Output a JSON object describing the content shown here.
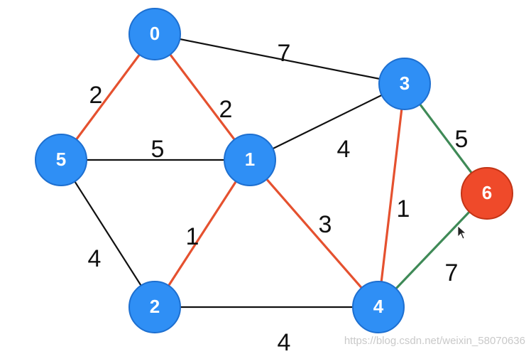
{
  "colors": {
    "node_fill": "#2f8ff5",
    "node_stroke": "#1d6fd0",
    "highlight_node_fill": "#ef4a2a",
    "highlight_node_stroke": "#c33416",
    "edge_black": "#111111",
    "edge_red": "#e5512f",
    "edge_green": "#3f8a57"
  },
  "nodes": [
    {
      "id": "0",
      "label": "0"
    },
    {
      "id": "1",
      "label": "1"
    },
    {
      "id": "2",
      "label": "2"
    },
    {
      "id": "3",
      "label": "3"
    },
    {
      "id": "4",
      "label": "4"
    },
    {
      "id": "5",
      "label": "5"
    },
    {
      "id": "6",
      "label": "6",
      "highlight": true
    }
  ],
  "edges": [
    {
      "from": "0",
      "to": "3",
      "weight": "7",
      "color": "black"
    },
    {
      "from": "0",
      "to": "5",
      "weight": "2",
      "color": "red"
    },
    {
      "from": "0",
      "to": "1",
      "weight": "2",
      "color": "red"
    },
    {
      "from": "5",
      "to": "1",
      "weight": "5",
      "color": "black"
    },
    {
      "from": "1",
      "to": "3",
      "weight": "4",
      "color": "black"
    },
    {
      "from": "3",
      "to": "6",
      "weight": "5",
      "color": "green"
    },
    {
      "from": "1",
      "to": "2",
      "weight": "1",
      "color": "red"
    },
    {
      "from": "1",
      "to": "4",
      "weight": "3",
      "color": "red"
    },
    {
      "from": "3",
      "to": "4",
      "weight": "1",
      "color": "red"
    },
    {
      "from": "5",
      "to": "2",
      "weight": "4",
      "color": "black"
    },
    {
      "from": "4",
      "to": "6",
      "weight": "7",
      "color": "green"
    },
    {
      "from": "2",
      "to": "4",
      "weight": "4",
      "color": "black"
    }
  ],
  "watermark": "https://blog.csdn.net/weixin_58070636"
}
